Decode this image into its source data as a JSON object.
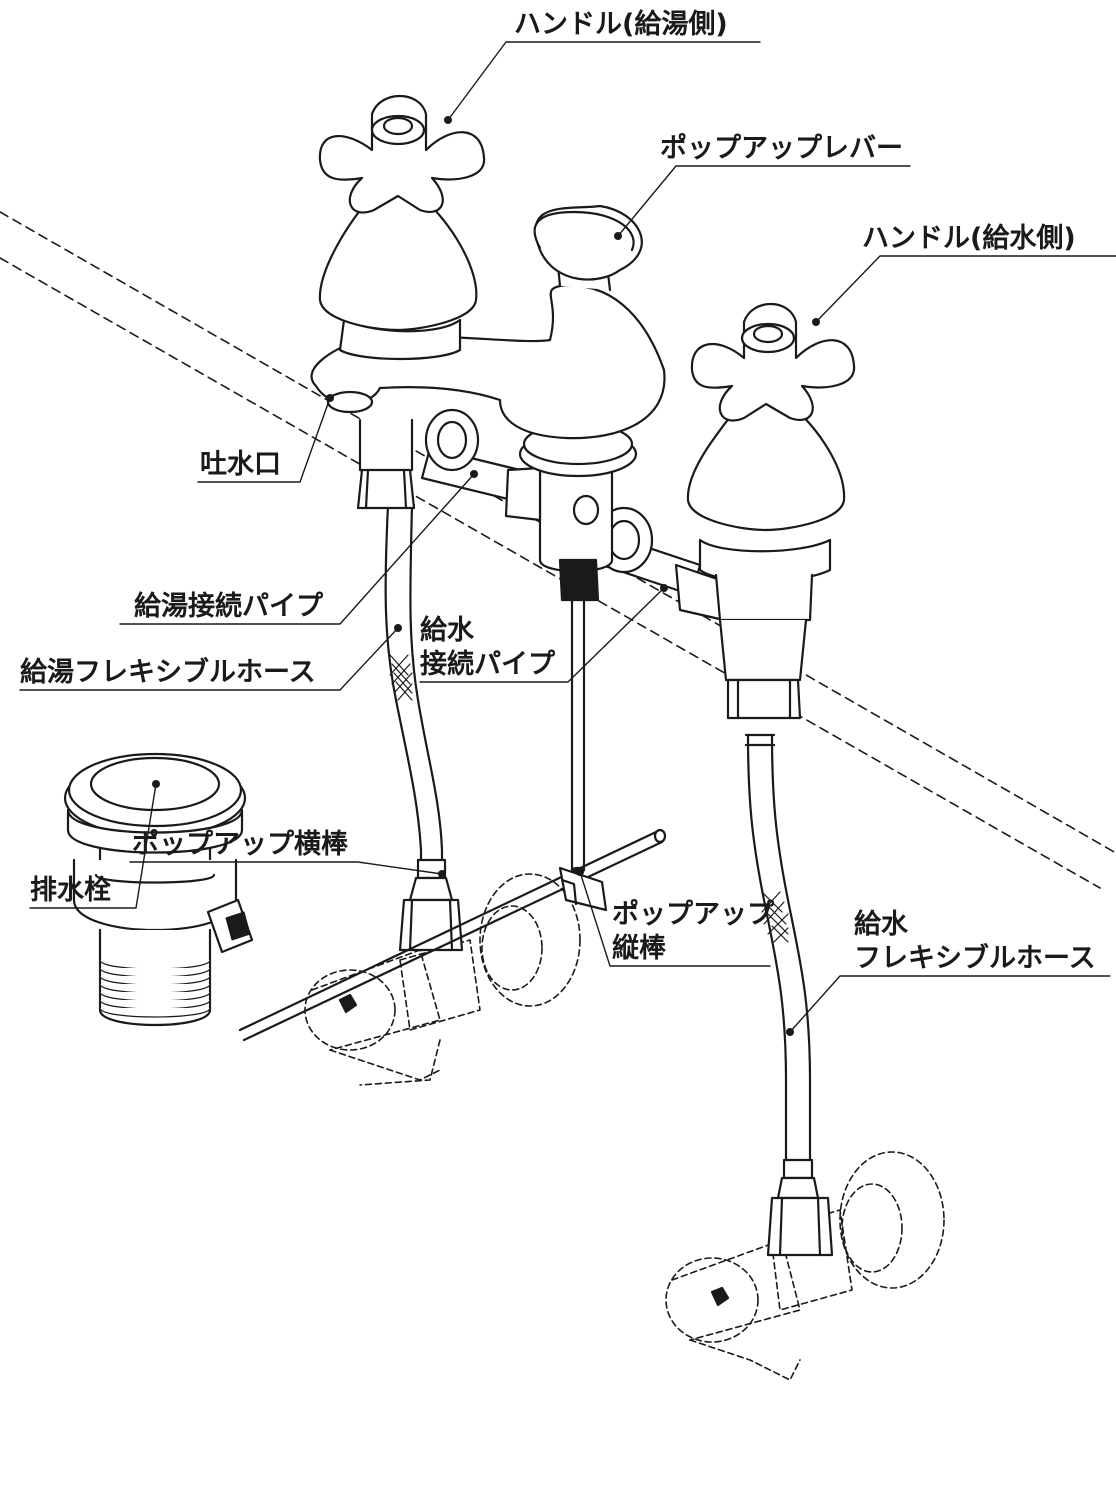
{
  "labels": {
    "handle_hot": "ハンドル(給湯側)",
    "popup_lever": "ポップアップレバー",
    "handle_cold": "ハンドル(給水側)",
    "spout": "吐水口",
    "hot_pipe": "給湯接続パイプ",
    "hot_hose": "給湯フレキシブルホース",
    "cold_pipe_line1": "給水",
    "cold_pipe_line2": "接続パイプ",
    "popup_horizontal": "ポップアップ横棒",
    "drain": "排水栓",
    "cold_hose_line1": "給水",
    "cold_hose_line2": "フレキシブルホース",
    "popup_vertical_line1": "ポップアップ",
    "popup_vertical_line2": "縦棒"
  },
  "colors": {
    "ink": "#1a1a1a",
    "fill": "#ffffff"
  }
}
